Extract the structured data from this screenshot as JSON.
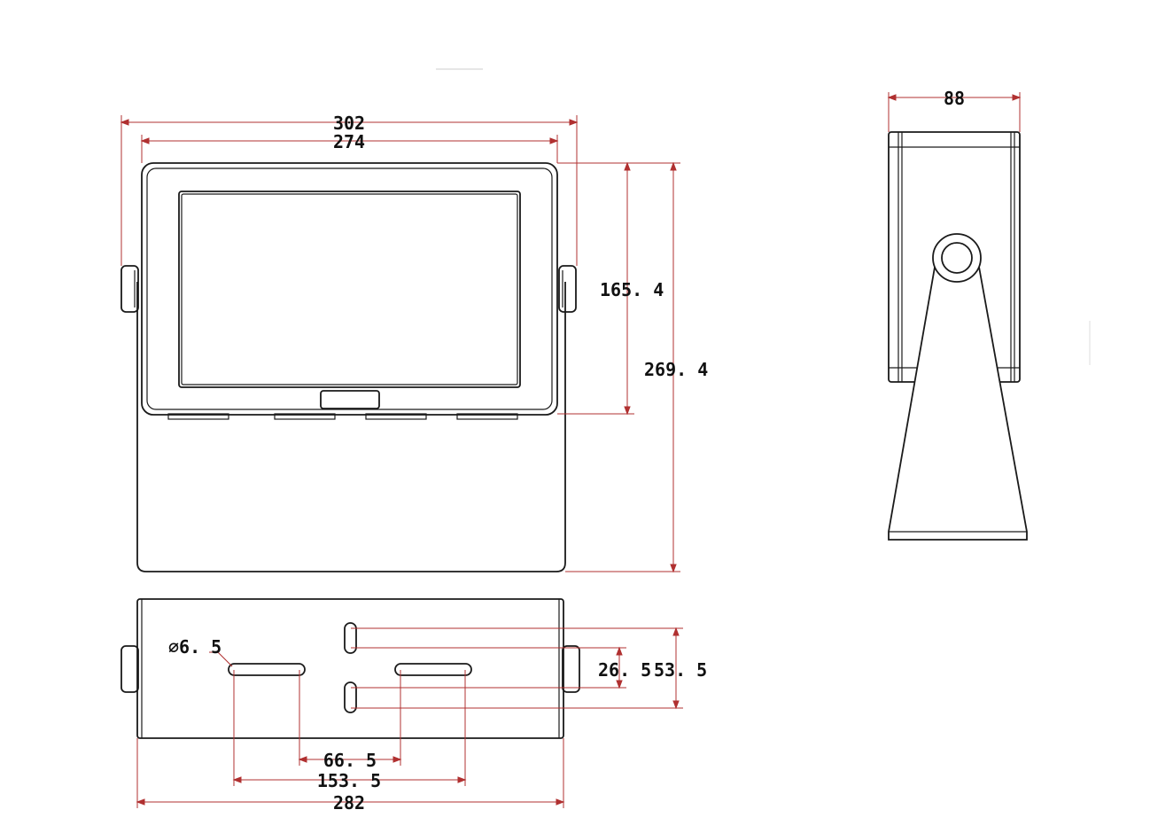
{
  "front_view": {
    "dim_overall_width": "302",
    "dim_bezel_width": "274",
    "dim_head_height": "165. 4",
    "dim_total_height": "269. 4"
  },
  "side_view": {
    "dim_depth": "88"
  },
  "bottom_view": {
    "dim_hole": "⌀6. 5",
    "dim_slot_v_inner": "26. 5",
    "dim_slot_v_outer": "53. 5",
    "dim_slot_h_inner": "66. 5",
    "dim_slot_h_outer": "153. 5",
    "dim_base_width": "282"
  },
  "colors": {
    "outline": "#1a1a1a",
    "dimension_line": "#b03030"
  }
}
